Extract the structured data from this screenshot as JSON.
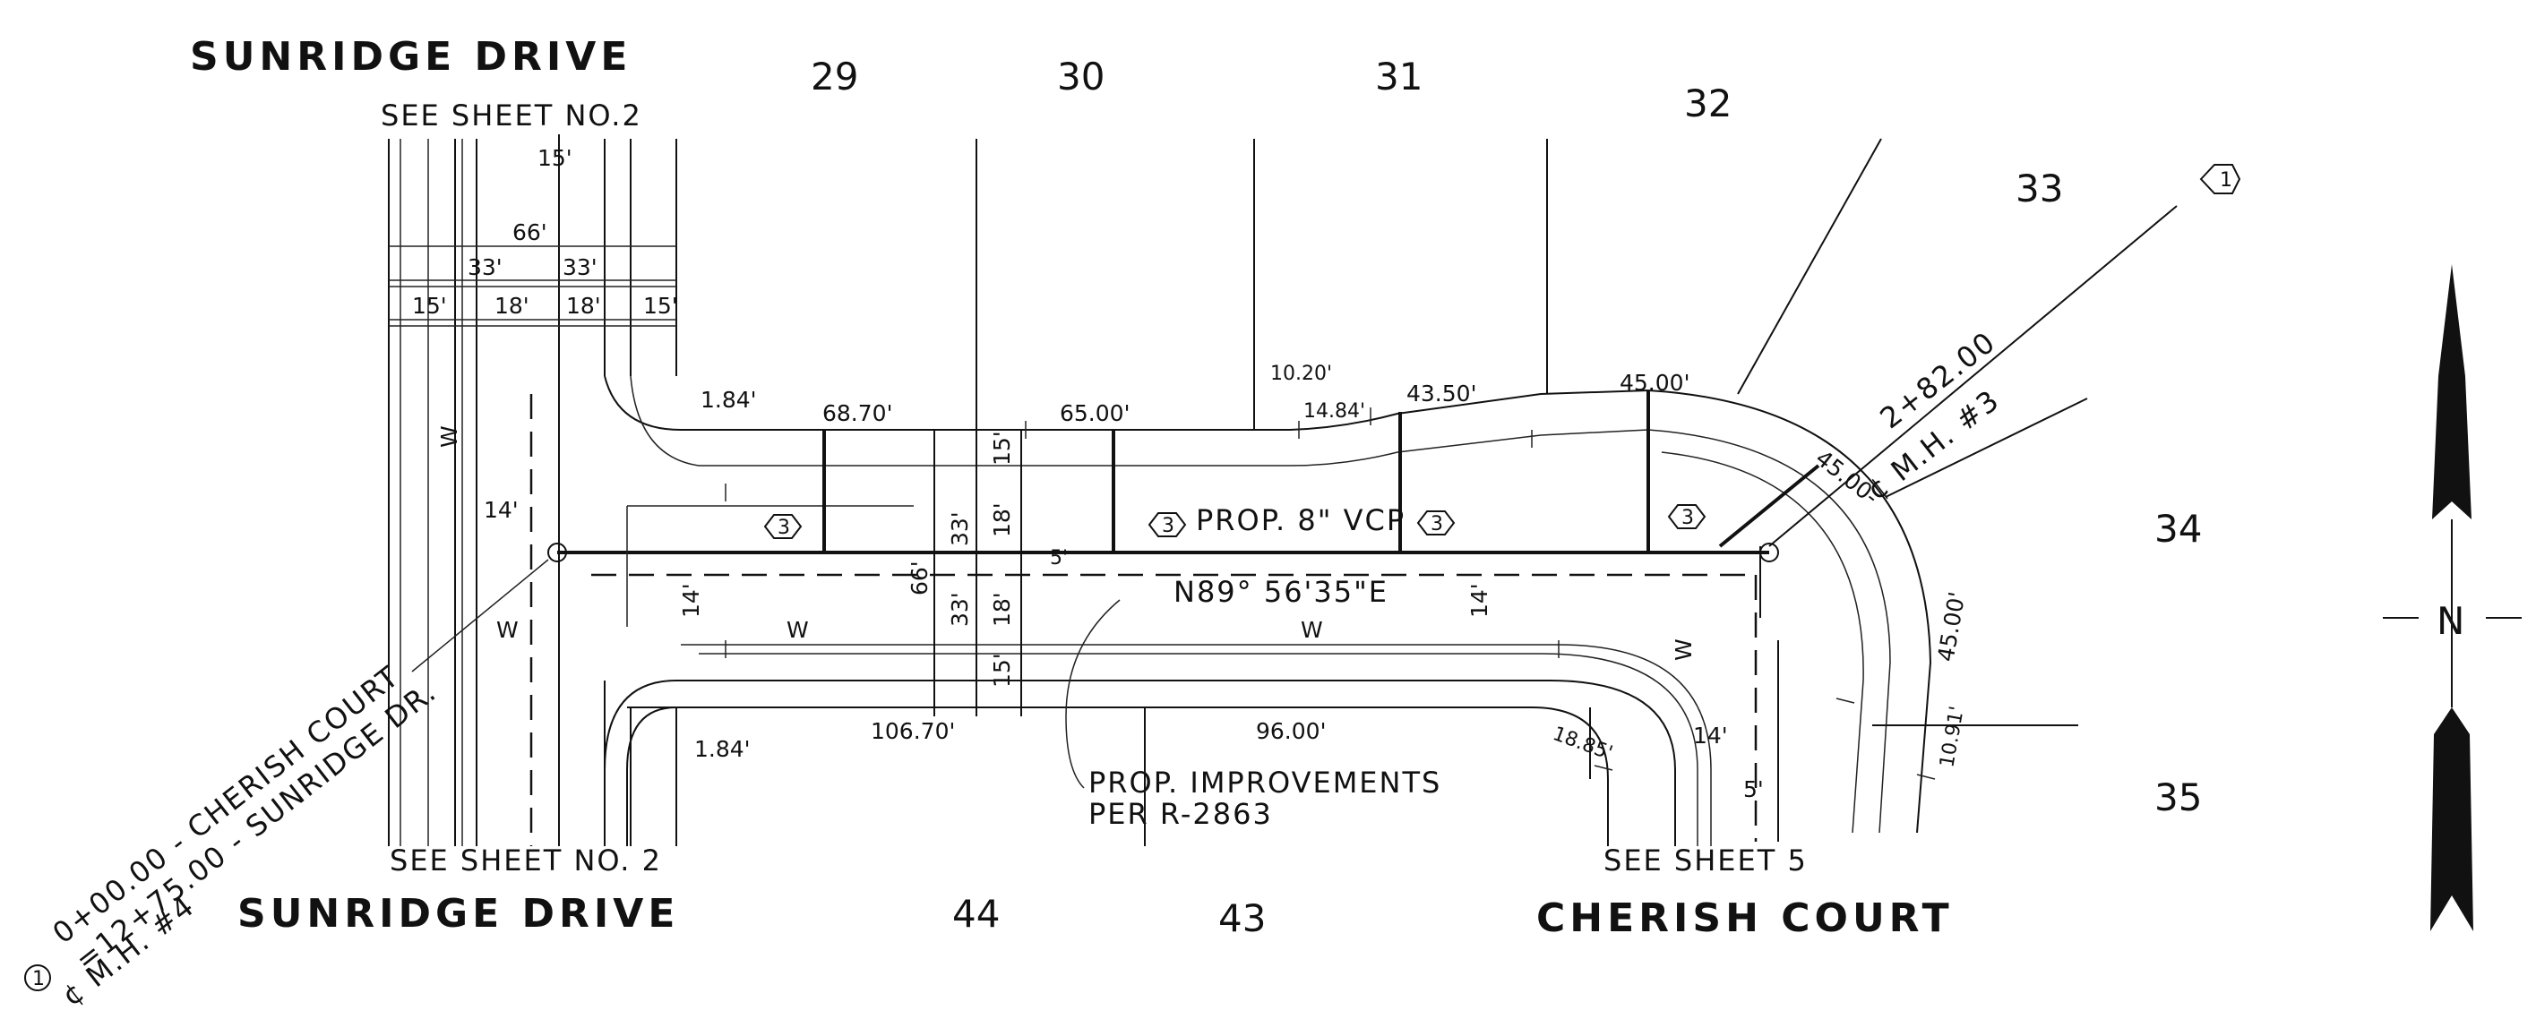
{
  "streets": {
    "sunridge_top": "SUNRIDGE  DRIVE",
    "sunridge_bottom": "SUNRIDGE  DRIVE",
    "cherish_court": "CHERISH  COURT"
  },
  "sheet_refs": {
    "top_left": "SEE SHEET NO.2",
    "bottom_left": "SEE  SHEET NO. 2",
    "bottom_right": "SEE SHEET 5"
  },
  "lots": {
    "l29": "29",
    "l30": "30",
    "l31": "31",
    "l32": "32",
    "l33": "33",
    "l34": "34",
    "l35": "35",
    "l44": "44",
    "l43": "43"
  },
  "dimensions": {
    "w66": "66'",
    "w33a": "33'",
    "w33b": "33'",
    "w15a": "15'",
    "w18a": "18'",
    "w18b": "18'",
    "w15b": "15'",
    "w15top": "15'",
    "d1_84_top": "1.84'",
    "d68_70": "68.70'",
    "d65_00": "65.00'",
    "d10_20": "10.20'",
    "d14_84": "14.84'",
    "d43_50": "43.50'",
    "d45_00a": "45.00'",
    "d45_00b": "45.00-",
    "d45_00c": "45.00'",
    "d14_left": "14'",
    "d1_84_bot": "1.84'",
    "d106_70": "106.70'",
    "d96_00": "96.00'",
    "d18_85": "18.85'",
    "d14_right": "14'",
    "d5_right": "5'",
    "d10_91": "10.91'",
    "d14_mid_a": "14'",
    "d14_mid_b": "14'",
    "d66_mid": "66'",
    "d33_mid_a": "33'",
    "d18_mid_a": "18'",
    "d15_mid_a": "15'",
    "d33_mid_b": "33'",
    "d18_mid_b": "18'",
    "d15_mid_b": "15'",
    "d5_mid": "5'"
  },
  "labels": {
    "prop_vcp": "PROP. 8\" VCP",
    "bearing": "N89° 56'35\"E",
    "prop_improvements_1": "PROP. IMPROVEMENTS",
    "prop_improvements_2": "PER  R-2863",
    "station_end_1": "2+82.00",
    "station_end_2": "¢ M.H. #3",
    "station_start_1": "0+00.00 - CHERISH COURT",
    "station_start_2": "=12+75.00 - SUNRIDGE DR.",
    "station_start_3": "¢ M.H. #4",
    "water_w": "W",
    "water_left": "W",
    "water_mid1": "W",
    "water_mid2": "W",
    "water_right": "W",
    "callout_1": "1",
    "callout_1b": "1",
    "callout_3": "3",
    "north": "N"
  }
}
